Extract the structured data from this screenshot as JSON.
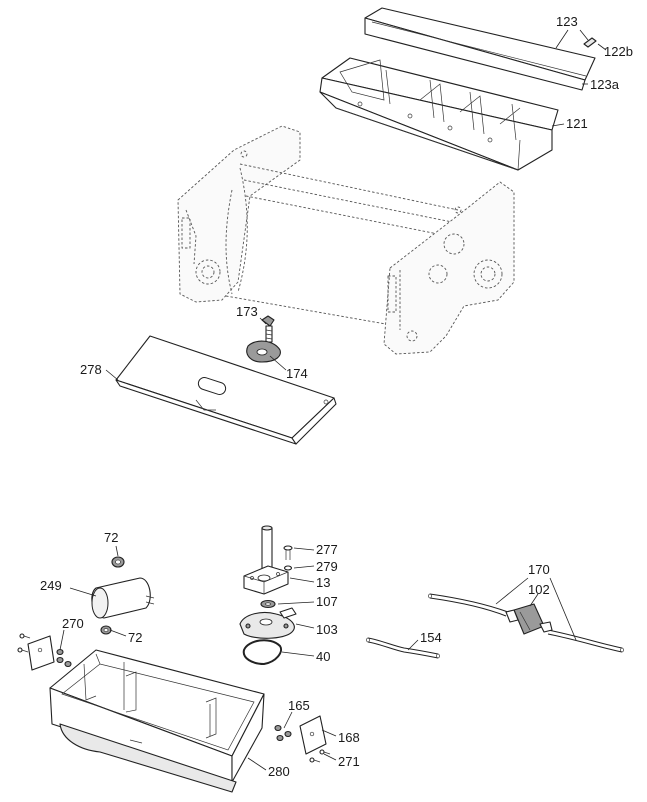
{
  "callouts": {
    "c123": "123",
    "c122b": "122b",
    "c123a": "123a",
    "c121": "121",
    "c173": "173",
    "c174": "174",
    "c278": "278",
    "c72a": "72",
    "c249": "249",
    "c270": "270",
    "c72b": "72",
    "c277": "277",
    "c279": "279",
    "c13": "13",
    "c107": "107",
    "c103": "103",
    "c40": "40",
    "c170": "170",
    "c102": "102",
    "c154": "154",
    "c165": "165",
    "c168": "168",
    "c271": "271",
    "c280": "280"
  }
}
